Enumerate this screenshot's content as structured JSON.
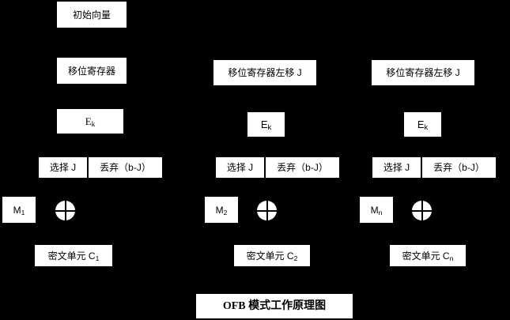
{
  "diagram": {
    "title": "OFB 模式工作原理图",
    "background_color": "#000000",
    "box_color": "#ffffff",
    "text_color": "#000000",
    "initial_vector": "初始向量",
    "columns": [
      {
        "index": 1,
        "shift_register": "移位寄存器",
        "encrypt": "E",
        "encrypt_sub": "k",
        "select": "选择 J",
        "discard": "丢弃（b-J）",
        "plaintext": "M",
        "plaintext_sub": "1",
        "xor": "xor-symbol",
        "ciphertext": "密文单元 C",
        "ciphertext_sub": "1"
      },
      {
        "index": 2,
        "shift_register": "移位寄存器左移 J",
        "encrypt": "E",
        "encrypt_sub": "k",
        "select": "选择 J",
        "discard": "丢弃（b-J）",
        "plaintext": "M",
        "plaintext_sub": "2",
        "xor": "xor-symbol",
        "ciphertext": "密文单元 C",
        "ciphertext_sub": "2"
      },
      {
        "index": 3,
        "shift_register": "移位寄存器左移 J",
        "encrypt": "E",
        "encrypt_sub": "k",
        "select": "选择 J",
        "discard": "丢弃（b-J）",
        "plaintext": "M",
        "plaintext_sub": "n",
        "xor": "xor-symbol",
        "ciphertext": "密文单元 C",
        "ciphertext_sub": "n"
      }
    ]
  }
}
